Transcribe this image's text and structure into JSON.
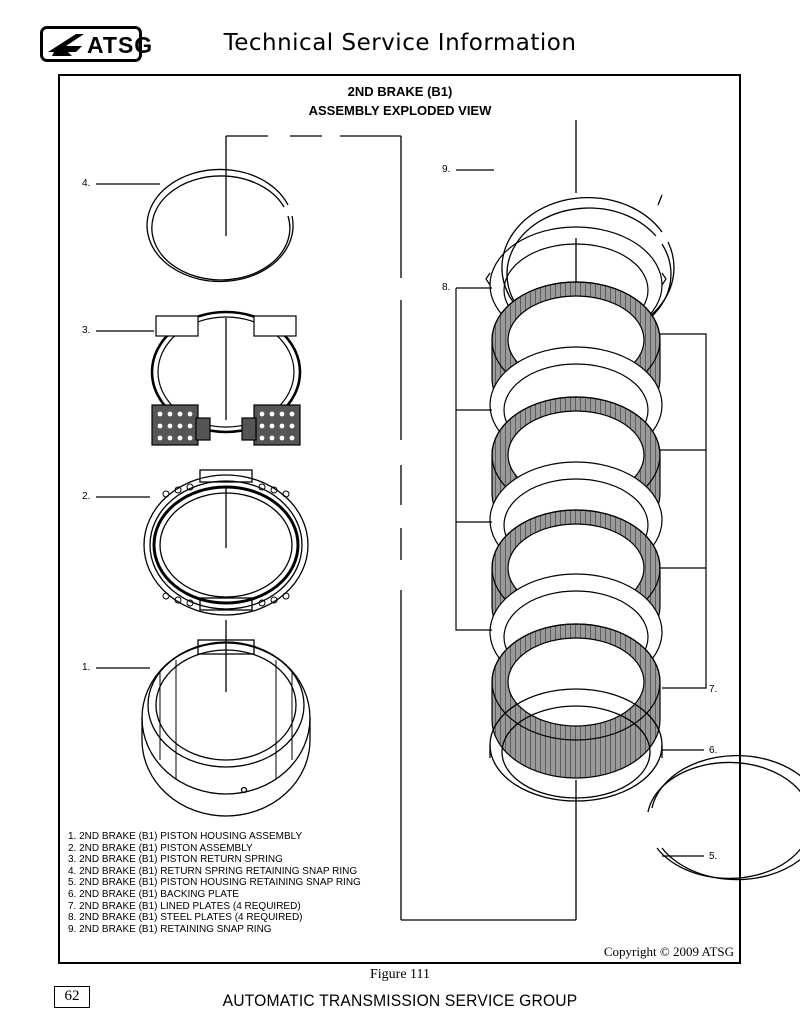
{
  "header": {
    "logo_text": "ATSG",
    "title": "Technical Service Information"
  },
  "diagram": {
    "title_line1": "2ND BRAKE (B1)",
    "title_line2": "ASSEMBLY EXPLODED VIEW",
    "callouts": [
      "1.",
      "2.",
      "3.",
      "4.",
      "5.",
      "6.",
      "7.",
      "8.",
      "9."
    ],
    "legend": [
      "1. 2ND BRAKE (B1) PISTON HOUSING ASSEMBLY",
      "2. 2ND BRAKE (B1) PISTON ASSEMBLY",
      "3. 2ND BRAKE (B1) PISTON RETURN SPRING",
      "4. 2ND BRAKE (B1) RETURN SPRING RETAINING SNAP RING",
      "5. 2ND BRAKE (B1) PISTON HOUSING RETAINING SNAP RING",
      "6. 2ND BRAKE (B1) BACKING PLATE",
      "7. 2ND BRAKE (B1) LINED PLATES (4 REQUIRED)",
      "8. 2ND BRAKE (B1) STEEL PLATES (4 REQUIRED)",
      "9. 2ND BRAKE (B1) RETAINING SNAP RING"
    ],
    "copyright": "Copyright © 2009 ATSG",
    "figure_caption": "Figure 111"
  },
  "footer": {
    "page_number": "62",
    "org": "AUTOMATIC TRANSMISSION SERVICE GROUP"
  }
}
